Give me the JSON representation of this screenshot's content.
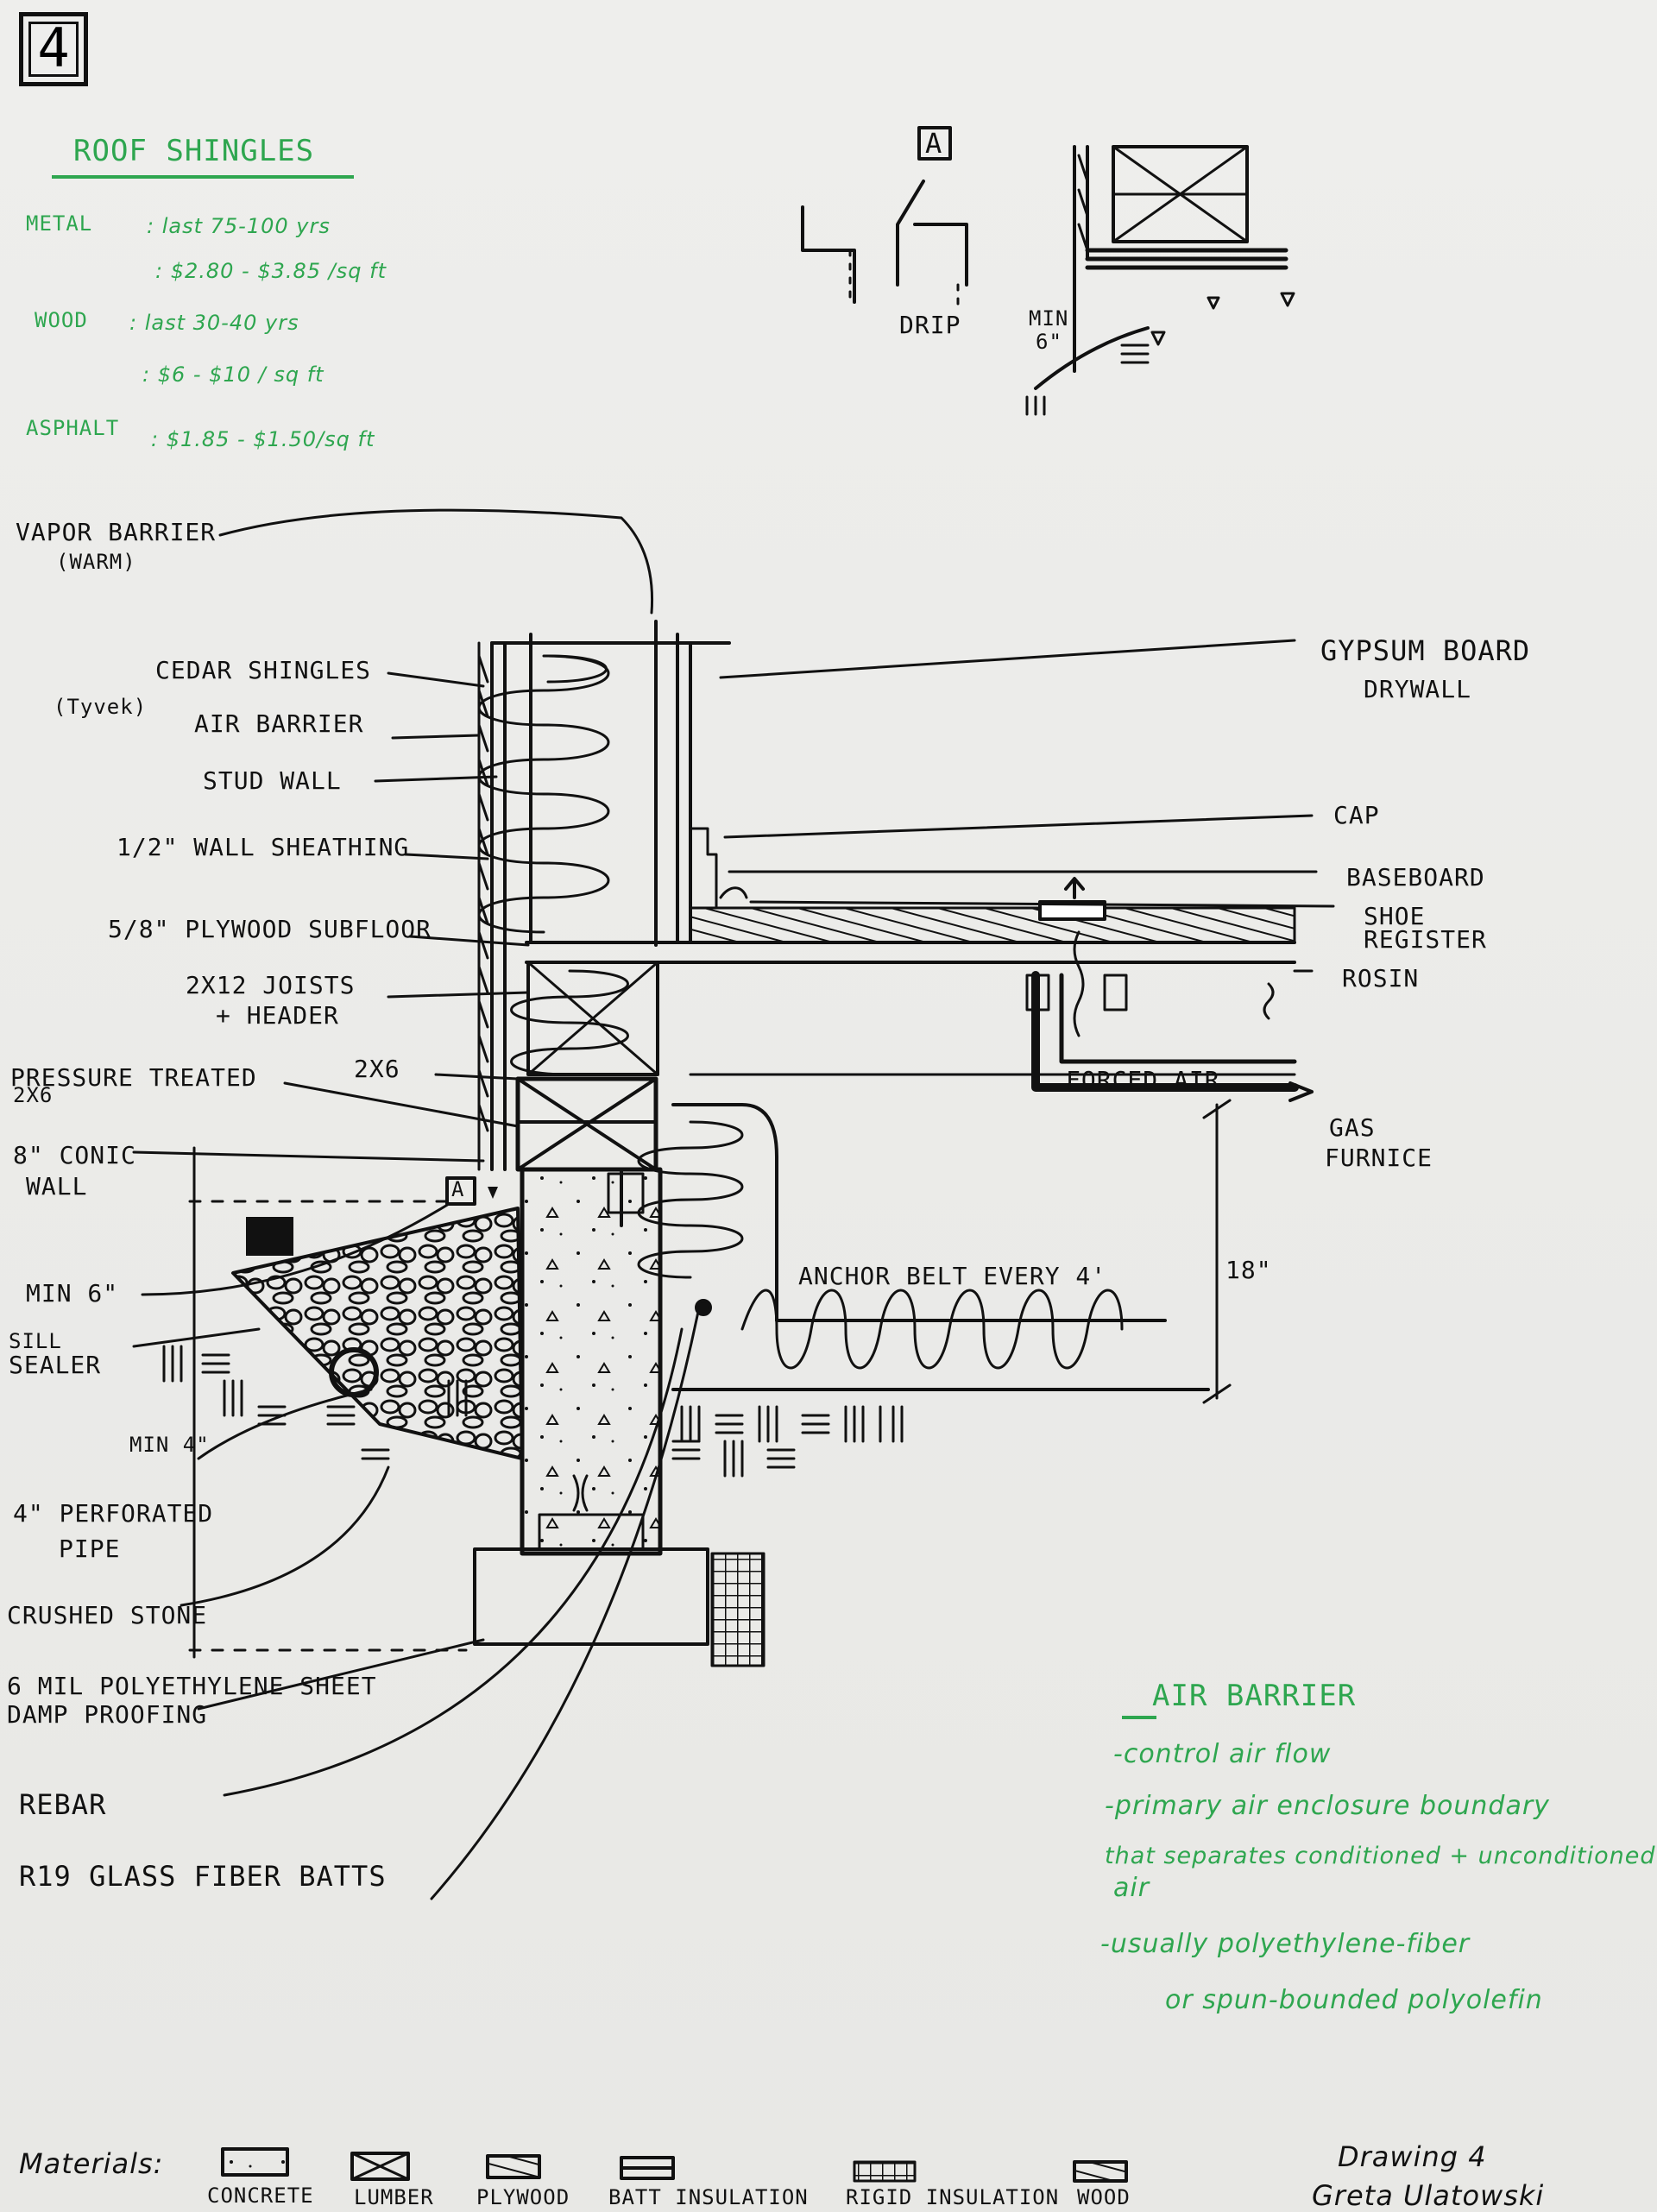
{
  "sheet_number": "4",
  "roof_shingles": {
    "title": "ROOF SHINGLES",
    "metal_label": "METAL",
    "metal_life": ": last 75-100 yrs",
    "metal_cost": ": $2.80 - $3.85 /sq ft",
    "wood_label": "WOOD",
    "wood_life": ": last 30-40 yrs",
    "wood_cost": ": $6 - $10 / sq ft",
    "asphalt_label": "ASPHALT",
    "asphalt_cost": ": $1.85 - $1.50/sq ft"
  },
  "detail_a": {
    "marker": "A",
    "drip_label": "DRIP",
    "min_label": "MIN",
    "min_value": "6\""
  },
  "labels_left": {
    "vapor_barrier": "VAPOR BARRIER",
    "vapor_barrier_note": "(WARM)",
    "cedar_shingles": "CEDAR SHINGLES",
    "tyvek": "(Tyvek)",
    "air_barrier": "AIR BARRIER",
    "stud_wall": "STUD WALL",
    "wall_sheathing": "1/2\" WALL SHEATHING",
    "subfloor": "5/8\" PLYWOOD SUBFLOOR",
    "joists_line1": "2X12 JOISTS",
    "joists_line2": "+ HEADER",
    "pressure_treated_line1": "PRESSURE TREATED",
    "pressure_treated_line2": "2X6",
    "two_by_six": "2X6",
    "conic_wall_line1": "8\" CONIC",
    "conic_wall_line2": "WALL",
    "min_6": "MIN 6\"",
    "sill_sealer_line1": "SILL",
    "sill_sealer_line2": "SEALER",
    "min_4": "MIN 4\"",
    "perforated_pipe_line1": "4\" PERFORATED",
    "perforated_pipe_line2": "PIPE",
    "crushed_stone": "CRUSHED STONE",
    "poly_sheet_line1": "6 MIL POLYETHYLENE SHEET",
    "poly_sheet_line2": "DAMP PROOFING",
    "rebar": "REBAR",
    "batts": "R19 GLASS FIBER BATTS"
  },
  "labels_right": {
    "gypsum_line1": "GYPSUM BOARD",
    "gypsum_line2": "DRYWALL",
    "cap": "CAP",
    "baseboard": "BASEBOARD",
    "shoe": "SHOE",
    "register": "REGISTER",
    "rosin": "ROSIN",
    "forced_air": "FORCED AIR",
    "gas_furnace_line1": "GAS",
    "gas_furnace_line2": "FURNICE",
    "anchor_belt": "ANCHOR BELT EVERY 4'",
    "dimension_18": "18\"",
    "section_marker": "A"
  },
  "air_barrier_note": {
    "title": "AIR BARRIER",
    "line1": "-control air flow",
    "line2": "-primary air enclosure boundary",
    "line3": "that separates conditioned + unconditioned",
    "line4": "air",
    "line5": "-usually polyethylene-fiber",
    "line6": "or spun-bounded polyolefin"
  },
  "legend": {
    "title": "Materials:",
    "items": [
      "CONCRETE",
      "LUMBER",
      "PLYWOOD",
      "BATT INSULATION",
      "RIGID INSULATION",
      "WOOD"
    ]
  },
  "title_block": {
    "drawing": "Drawing 4",
    "author": "Greta Ulatowski"
  }
}
